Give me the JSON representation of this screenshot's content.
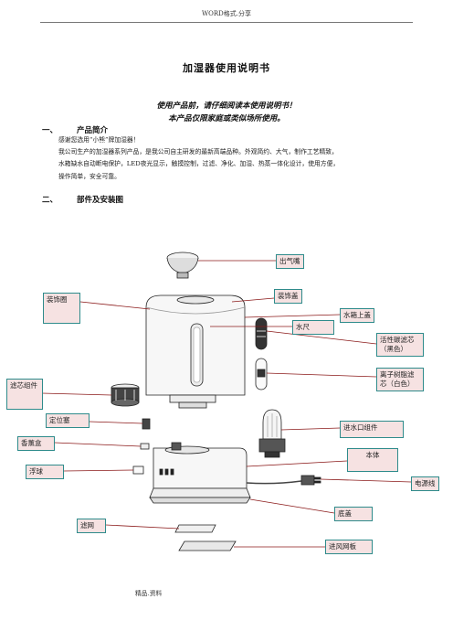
{
  "header": {
    "text": "WORD格式.分享"
  },
  "doc": {
    "title": "加湿器使用说明书",
    "notice_1": "使用产品前，请仔细阅读本使用说明书！",
    "notice_2": "本产品仅限家庭或类似场所使用。"
  },
  "sections": [
    {
      "number": "一、",
      "heading": "产品简介",
      "lines": [
        "感谢您选用“小熊”牌加湿器！",
        "我公司生产的加湿器系列产品，是我公司自主研发的最新高端品种。外观简约、大气，制作工艺精致，",
        "水箱缺水自动断电保护，LED夜光显示，触摸控制，过滤、净化、加湿、热蒸一体化设计，使用方便，",
        "操作简单，安全可靠。"
      ]
    },
    {
      "number": "二、",
      "heading": "部件及安装图"
    }
  ],
  "labels": {
    "outlet_nozzle": "出气嘴",
    "trim_ring": "装饰圈",
    "trim_cover": "装饰盖",
    "tank_top_cover": "水箱上盖",
    "water_gauge": "水尺",
    "carbon_filter": "活性碳滤芯（黑色）",
    "resin_filter": "离子树脂滤芯（白色）",
    "filter_assembly": "滤芯组件",
    "locating_plug": "定位塞",
    "inlet_assembly": "进水口组件",
    "aroma_box": "香薰盒",
    "main_body": "本体",
    "float_ball": "浮球",
    "power_cord": "电源线",
    "bottom_cover": "底盖",
    "filter_net": "滤网",
    "inlet_grille": "进风网板"
  },
  "footer": {
    "text": "精品.资料"
  }
}
